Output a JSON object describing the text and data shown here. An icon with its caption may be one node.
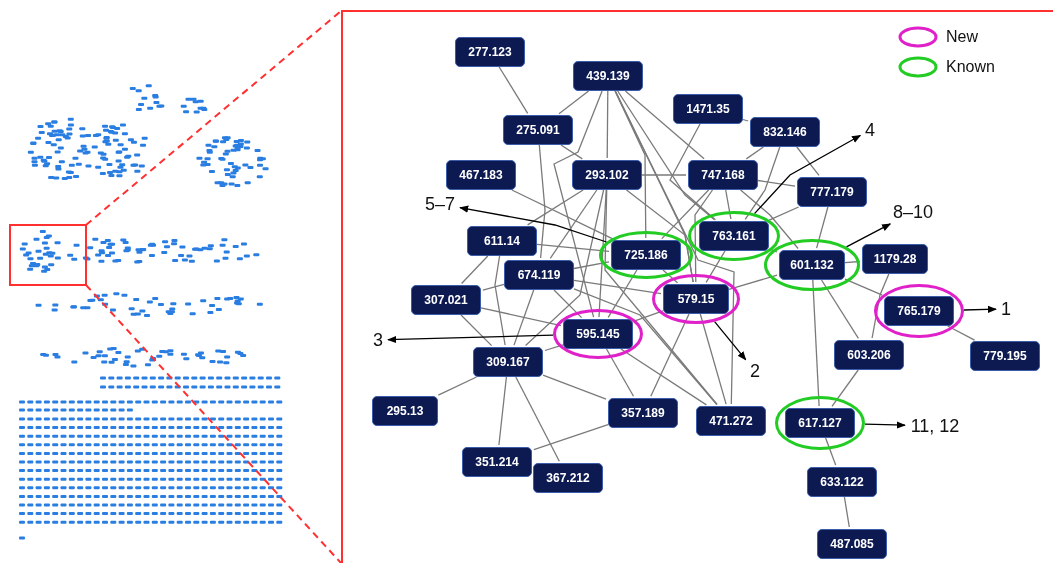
{
  "diagram": {
    "nodes": [
      {
        "text": [
          "277.123"
        ]
      },
      {
        "text": [
          "439.139"
        ]
      },
      {
        "text": [
          "1471.35"
        ]
      },
      {
        "text": [
          "275.091"
        ]
      },
      {
        "text": [
          "832.146"
        ]
      },
      {
        "text": [
          "467.183"
        ]
      },
      {
        "text": [
          "293.102"
        ]
      },
      {
        "text": [
          "747.168"
        ]
      },
      {
        "text": [
          "777.179"
        ]
      },
      {
        "text": [
          "5–7"
        ]
      },
      {
        "text": [
          "4"
        ]
      },
      {
        "text": [
          "8–10"
        ]
      },
      {
        "text": [
          "611.14"
        ]
      },
      {
        "text": [],
        "shape": "ellipse"
      },
      {
        "text": [
          "725.186"
        ],
        "in": 13
      },
      {
        "text": [],
        "shape": "ellipse"
      },
      {
        "text": [
          "763.161"
        ],
        "in": 15
      },
      {
        "text": [],
        "shape": "ellipse"
      },
      {
        "text": [
          "601.132"
        ],
        "in": 17
      },
      {
        "text": [
          "1179.28"
        ]
      },
      {
        "text": [
          "674.119"
        ]
      },
      {
        "text": [
          "307.021"
        ]
      },
      {
        "text": [],
        "shape": "ellipse"
      },
      {
        "text": [
          "579.15"
        ],
        "in": 22
      },
      {
        "text": [],
        "shape": "ellipse"
      },
      {
        "text": [
          "595.145"
        ],
        "in": 24
      },
      {
        "text": [],
        "shape": "ellipse"
      },
      {
        "text": [
          "765.179"
        ],
        "in": 26
      },
      {
        "text": [
          "1"
        ]
      },
      {
        "text": [
          "3"
        ]
      },
      {
        "text": [
          "309.167"
        ]
      },
      {
        "text": [
          "603.206"
        ]
      },
      {
        "text": [
          "779.195"
        ]
      },
      {
        "text": [
          "2"
        ]
      },
      {
        "text": [
          "295.13"
        ]
      },
      {
        "text": [
          "357.189"
        ]
      },
      {
        "text": [
          "471.272"
        ]
      },
      {
        "text": [],
        "shape": "ellipse"
      },
      {
        "text": [
          "617.127"
        ],
        "in": 37
      },
      {
        "text": [
          "11, 12"
        ]
      },
      {
        "text": [
          "351.214"
        ]
      },
      {
        "text": [
          "367.212"
        ]
      },
      {
        "text": [
          "633.122"
        ]
      },
      {
        "text": [
          "487.085"
        ]
      }
    ],
    "edges": [
      {
        "from": 0,
        "to": 3,
        "arrow": "none"
      },
      {
        "from": 1,
        "to": 3,
        "arrow": "none"
      },
      {
        "from": 3,
        "to": 6,
        "arrow": "none"
      },
      {
        "from": 3,
        "to": 20,
        "arrow": "none"
      },
      {
        "from": 1,
        "to": 6,
        "arrow": "none"
      },
      {
        "from": 1,
        "to": 14,
        "arrow": "none"
      },
      {
        "from": 1,
        "to": 23,
        "arrow": "none"
      },
      {
        "from": 1,
        "to": 36,
        "arrow": "none"
      },
      {
        "from": 1,
        "to": 7,
        "arrow": "none"
      },
      {
        "from": 1,
        "to": 16,
        "arrow": "none"
      },
      {
        "from": 1,
        "to": 25,
        "arrow": "none"
      },
      {
        "from": 5,
        "to": 14,
        "arrow": "none"
      },
      {
        "from": 6,
        "to": 7,
        "arrow": "none"
      },
      {
        "from": 6,
        "to": 12,
        "arrow": "none"
      },
      {
        "from": 6,
        "to": 20,
        "arrow": "none"
      },
      {
        "from": 6,
        "to": 30,
        "arrow": "none"
      },
      {
        "from": 6,
        "to": 23,
        "arrow": "none"
      },
      {
        "from": 6,
        "to": 36,
        "arrow": "none"
      },
      {
        "from": 6,
        "to": 25,
        "arrow": "none"
      },
      {
        "from": 2,
        "to": 4,
        "arrow": "none"
      },
      {
        "from": 2,
        "to": 16,
        "arrow": "none"
      },
      {
        "from": 4,
        "to": 7,
        "arrow": "none"
      },
      {
        "from": 4,
        "to": 16,
        "arrow": "none"
      },
      {
        "from": 4,
        "to": 8,
        "arrow": "none"
      },
      {
        "from": 7,
        "to": 8,
        "arrow": "none"
      },
      {
        "from": 7,
        "to": 14,
        "arrow": "none"
      },
      {
        "from": 7,
        "to": 16,
        "arrow": "none"
      },
      {
        "from": 7,
        "to": 18,
        "arrow": "none"
      },
      {
        "from": 7,
        "to": 23,
        "arrow": "none"
      },
      {
        "from": 8,
        "to": 16,
        "arrow": "none"
      },
      {
        "from": 8,
        "to": 18,
        "arrow": "none"
      },
      {
        "from": 12,
        "to": 14,
        "arrow": "none"
      },
      {
        "from": 12,
        "to": 21,
        "arrow": "none"
      },
      {
        "from": 12,
        "to": 30,
        "arrow": "none"
      },
      {
        "from": 20,
        "to": 14,
        "arrow": "none"
      },
      {
        "from": 20,
        "to": 21,
        "arrow": "none"
      },
      {
        "from": 20,
        "to": 23,
        "arrow": "none"
      },
      {
        "from": 20,
        "to": 25,
        "arrow": "none"
      },
      {
        "from": 20,
        "to": 36,
        "arrow": "none"
      },
      {
        "from": 20,
        "to": 30,
        "arrow": "none"
      },
      {
        "from": 21,
        "to": 25,
        "arrow": "none"
      },
      {
        "from": 21,
        "to": 30,
        "arrow": "none"
      },
      {
        "from": 14,
        "to": 25,
        "arrow": "none"
      },
      {
        "from": 14,
        "to": 23,
        "arrow": "none"
      },
      {
        "from": 16,
        "to": 18,
        "arrow": "none"
      },
      {
        "from": 16,
        "to": 23,
        "arrow": "none"
      },
      {
        "from": 23,
        "to": 18,
        "arrow": "none"
      },
      {
        "from": 23,
        "to": 25,
        "arrow": "none"
      },
      {
        "from": 23,
        "to": 35,
        "arrow": "none"
      },
      {
        "from": 23,
        "to": 36,
        "arrow": "none"
      },
      {
        "from": 25,
        "to": 30,
        "arrow": "none"
      },
      {
        "from": 25,
        "to": 35,
        "arrow": "none"
      },
      {
        "from": 25,
        "to": 36,
        "arrow": "none"
      },
      {
        "from": 18,
        "to": 19,
        "arrow": "none"
      },
      {
        "from": 18,
        "to": 27,
        "arrow": "none"
      },
      {
        "from": 18,
        "to": 31,
        "arrow": "none"
      },
      {
        "from": 18,
        "to": 38,
        "arrow": "none"
      },
      {
        "from": 19,
        "to": 31,
        "arrow": "none"
      },
      {
        "from": 27,
        "to": 32,
        "arrow": "none"
      },
      {
        "from": 31,
        "to": 38,
        "arrow": "none"
      },
      {
        "from": 30,
        "to": 34,
        "arrow": "none"
      },
      {
        "from": 30,
        "to": 40,
        "arrow": "none"
      },
      {
        "from": 30,
        "to": 41,
        "arrow": "none"
      },
      {
        "from": 30,
        "to": 35,
        "arrow": "none"
      },
      {
        "from": 35,
        "to": 40,
        "arrow": "none"
      },
      {
        "from": 38,
        "to": 42,
        "arrow": "none"
      },
      {
        "from": 42,
        "to": 43,
        "arrow": "none"
      },
      {
        "from": 13,
        "to": 9,
        "arrow": "to",
        "color": "#000000"
      },
      {
        "from": 15,
        "to": 10,
        "arrow": "to",
        "color": "#000000"
      },
      {
        "from": 17,
        "to": 11,
        "arrow": "to",
        "color": "#000000"
      },
      {
        "from": 26,
        "to": 28,
        "arrow": "to",
        "color": "#000000"
      },
      {
        "from": 24,
        "to": 29,
        "arrow": "to",
        "color": "#000000"
      },
      {
        "from": 22,
        "to": 33,
        "arrow": "to",
        "color": "#000000"
      },
      {
        "from": 37,
        "to": 39,
        "arrow": "to",
        "color": "#000000"
      }
    ],
    "legend": [
      {
        "text": "New",
        "color": "#e020c8"
      },
      {
        "text": "Known",
        "color": "#22cc22"
      }
    ]
  }
}
